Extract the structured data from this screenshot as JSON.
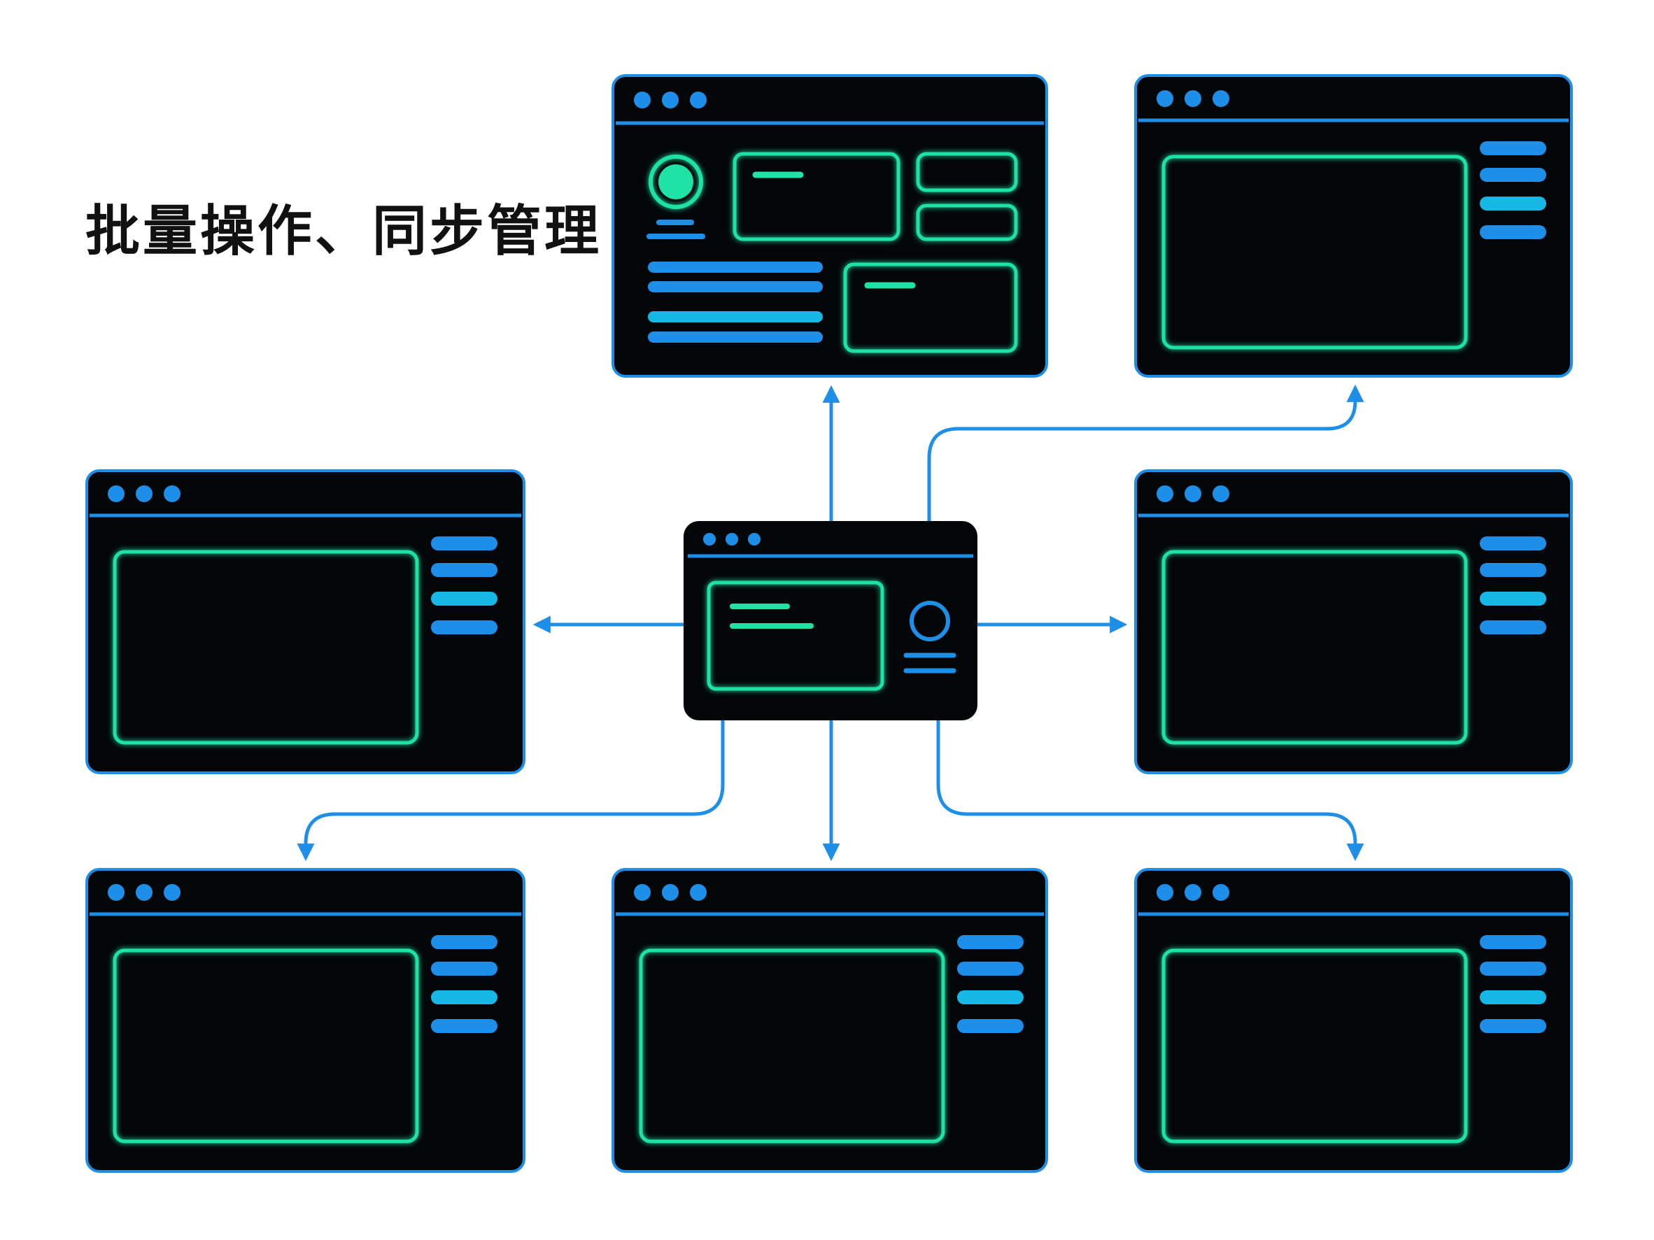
{
  "title": "批量操作、同步管理",
  "colors": {
    "background": "#ffffff",
    "window_fill": "#030606",
    "window_border": "#1e8fe8",
    "accent_blue": "#1e8fe8",
    "accent_green": "#1fe2a6",
    "arrow": "#1e8fe8",
    "title_text": "#111111"
  },
  "hub": {
    "name": "central-controller-window",
    "icons": [
      "window-dots-icon",
      "user-avatar-icon"
    ]
  },
  "targets": [
    {
      "name": "target-window-top-center",
      "variant": "dashboard"
    },
    {
      "name": "target-window-top-right",
      "variant": "code-editor"
    },
    {
      "name": "target-window-middle-left",
      "variant": "code-editor"
    },
    {
      "name": "target-window-middle-right",
      "variant": "code-editor"
    },
    {
      "name": "target-window-bottom-left",
      "variant": "code-editor"
    },
    {
      "name": "target-window-bottom-center",
      "variant": "code-editor"
    },
    {
      "name": "target-window-bottom-right",
      "variant": "code-editor"
    }
  ],
  "connections": [
    {
      "from": "central-controller-window",
      "to": "target-window-top-center"
    },
    {
      "from": "central-controller-window",
      "to": "target-window-top-right"
    },
    {
      "from": "central-controller-window",
      "to": "target-window-middle-left"
    },
    {
      "from": "central-controller-window",
      "to": "target-window-middle-right"
    },
    {
      "from": "central-controller-window",
      "to": "target-window-bottom-left"
    },
    {
      "from": "central-controller-window",
      "to": "target-window-bottom-center"
    },
    {
      "from": "central-controller-window",
      "to": "target-window-bottom-right"
    }
  ]
}
